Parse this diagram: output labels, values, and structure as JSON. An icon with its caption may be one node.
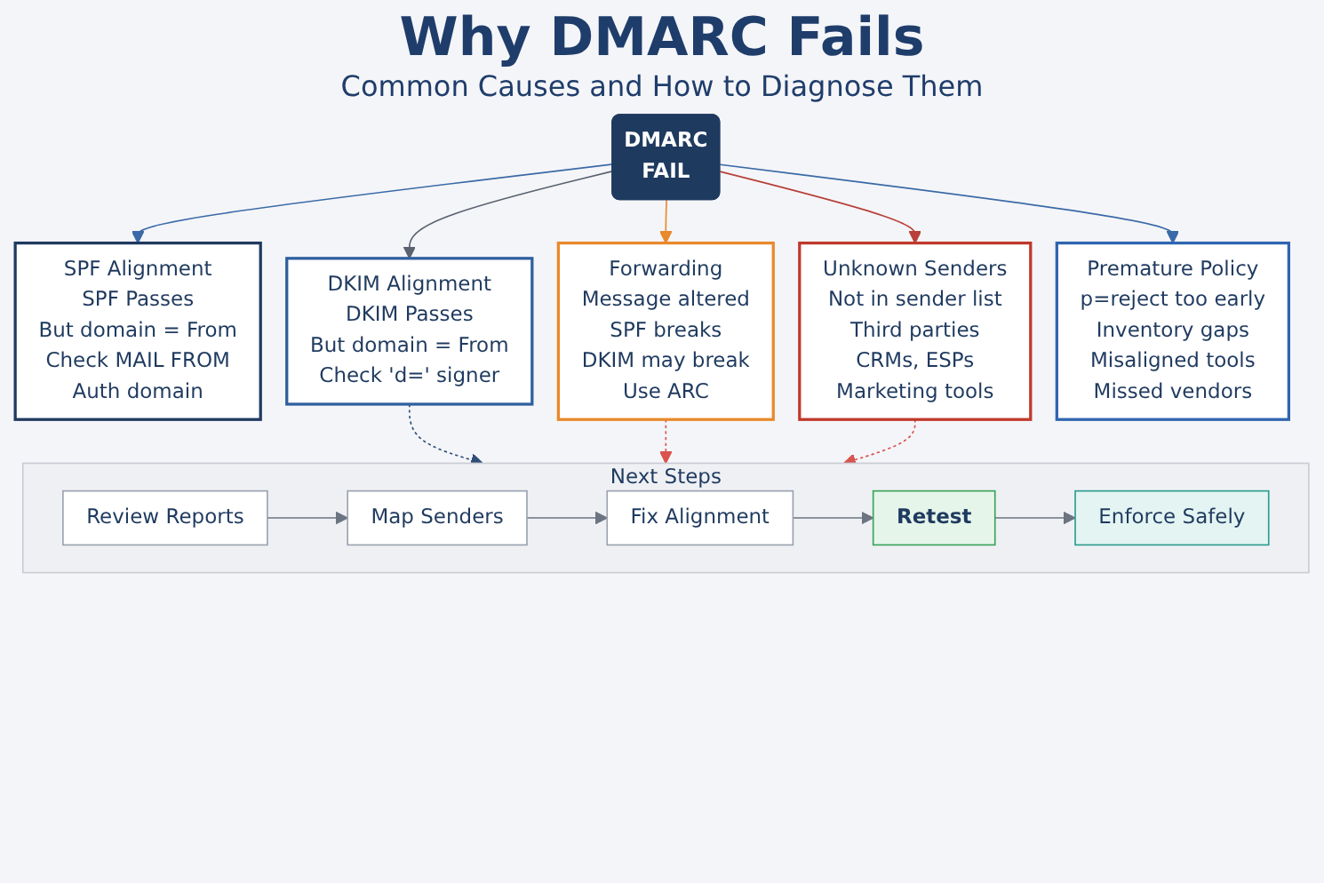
{
  "diagram": {
    "title": "Why DMARC Fails",
    "nodes": [
      {
        "text": [
          "DMARC",
          "FAIL"
        ]
      },
      {
        "text": [
          "SPF Alignment",
          "SPF Passes",
          "But domain = From",
          "Check MAIL FROM",
          "Auth domain"
        ]
      },
      {
        "text": [
          "DKIM Alignment",
          "DKIM Passes",
          "But domain = From",
          "Check 'd=' signer"
        ]
      },
      {
        "text": [
          "Forwarding",
          "Message altered",
          "SPF breaks",
          "DKIM may break",
          "Use ARC"
        ]
      },
      {
        "text": [
          "Unknown Senders",
          "Not in sender list",
          "Third parties",
          "CRMs, ESPs",
          "Marketing tools"
        ]
      },
      {
        "text": [
          "Premature Policy",
          "p=reject too early",
          "Inventory gaps",
          "Misaligned tools",
          "Missed vendors"
        ]
      },
      {
        "text": [
          "Next Steps"
        ]
      },
      {
        "text": [
          "Review Reports"
        ],
        "in": 6
      },
      {
        "text": [
          "Map Senders"
        ],
        "in": 6
      },
      {
        "text": [
          "Fix Alignment"
        ],
        "in": 6
      },
      {
        "text": [
          "Retest"
        ],
        "in": 6
      },
      {
        "text": [
          "Enforce Safely"
        ],
        "in": 6
      }
    ],
    "edges": [
      {
        "from": 0,
        "to": 1,
        "arrow": "to",
        "color": "#3a6aa8"
      },
      {
        "from": 0,
        "to": 2,
        "arrow": "to",
        "color": "#5a6270"
      },
      {
        "from": 0,
        "to": 3,
        "arrow": "to",
        "color": "#e8892b"
      },
      {
        "from": 0,
        "to": 4,
        "arrow": "to",
        "color": "#b8403a"
      },
      {
        "from": 0,
        "to": 5,
        "arrow": "to",
        "color": "#3a6aa8"
      },
      {
        "from": 2,
        "to": 6,
        "arrow": "to",
        "style": "dashed",
        "color": "#2f4f78"
      },
      {
        "from": 3,
        "to": 6,
        "arrow": "to",
        "style": "dashed",
        "color": "#d9534f"
      },
      {
        "from": 4,
        "to": 6,
        "arrow": "to",
        "style": "dashed",
        "color": "#d9534f"
      },
      {
        "from": 7,
        "to": 8,
        "arrow": "to"
      },
      {
        "from": 8,
        "to": 9,
        "arrow": "to"
      },
      {
        "from": 9,
        "to": 10,
        "arrow": "to"
      },
      {
        "from": 10,
        "to": 11,
        "arrow": "to"
      }
    ],
    "labels": [
      "Common Causes and How to Diagnose Them"
    ]
  }
}
